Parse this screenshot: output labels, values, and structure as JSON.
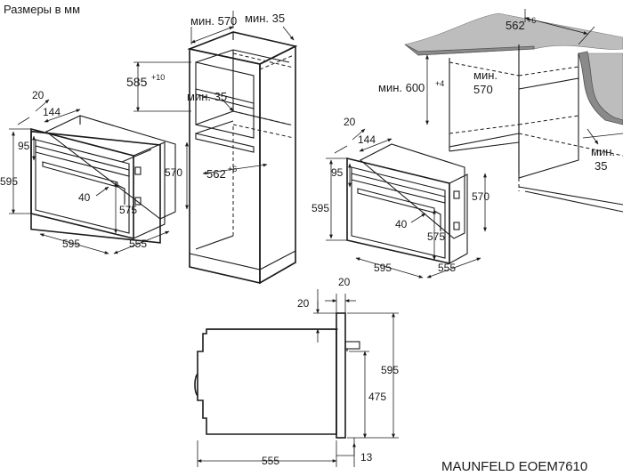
{
  "header": {
    "title": "Размеры в мм"
  },
  "footer": {
    "model": "MAUNFELD EOEM7610"
  },
  "dims": {
    "min570": "мин. 570",
    "min35": "мин. 35",
    "d585": "585",
    "d585sup": "+10",
    "min35b": "мин. 35",
    "d562": "562",
    "d562sup": "+6",
    "d562r": "562",
    "d562rsup": "+6",
    "min600": "мин. 600",
    "min600sup": "+4",
    "min570r_a": "мин.",
    "min570r_b": "570",
    "min35r_a": "мин.",
    "min35r_b": "35",
    "o1_20": "20",
    "o1_144": "144",
    "o1_95": "95",
    "o1_595": "595",
    "o1_570": "570",
    "o1_40": "40",
    "o1_575": "575",
    "o1_595w": "595",
    "o1_555": "555",
    "o2_20": "20",
    "o2_144": "144",
    "o2_95": "95",
    "o2_595": "595",
    "o2_570": "570",
    "o2_40": "40",
    "o2_575": "575",
    "o2_595w": "595",
    "o2_555": "555",
    "s_20a": "20",
    "s_20b": "20",
    "s_595": "595",
    "s_475": "475",
    "s_555": "555",
    "s_13": "13"
  }
}
